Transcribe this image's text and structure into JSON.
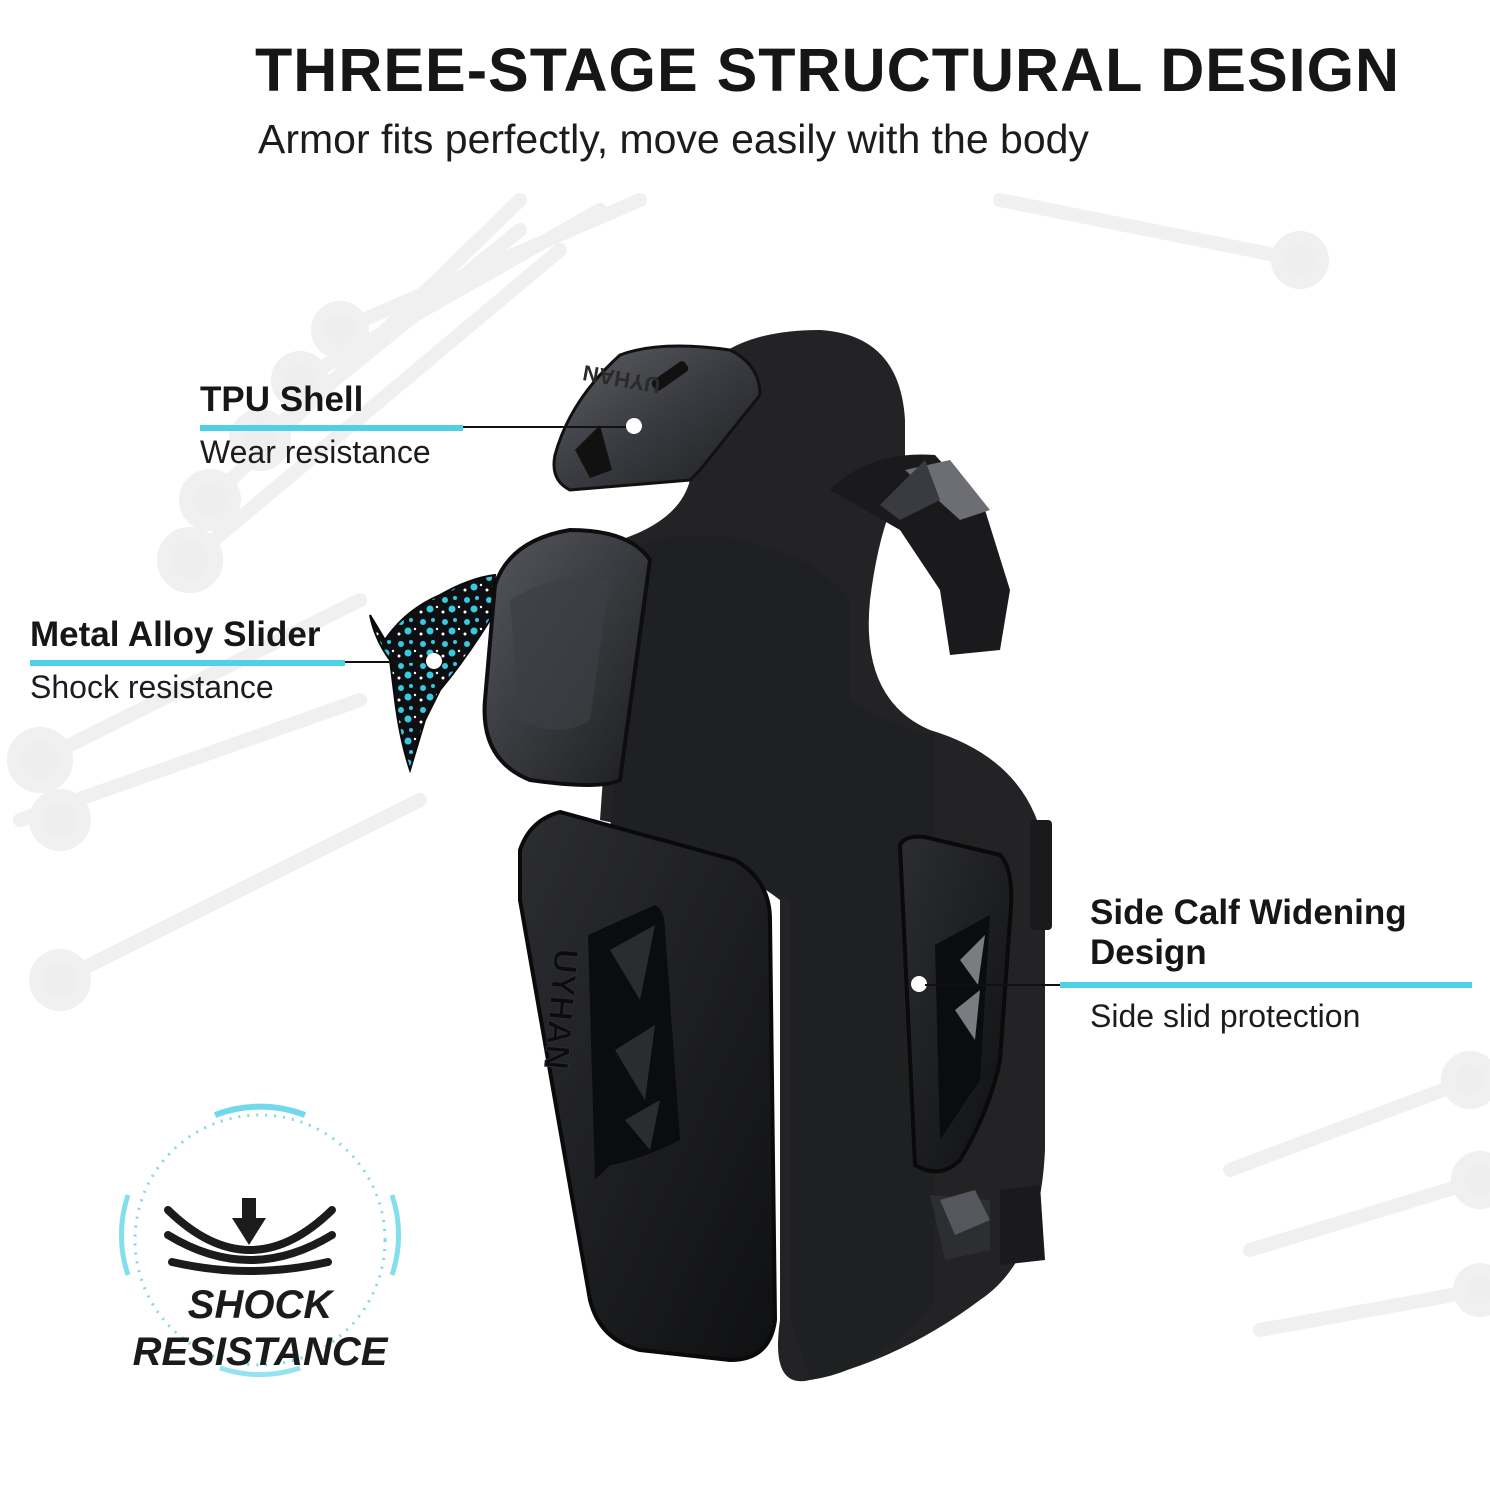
{
  "header": {
    "title": "THREE-STAGE STRUCTURAL DESIGN",
    "subtitle": "Armor fits perfectly, move easily with the body"
  },
  "callouts": [
    {
      "id": "tpu-shell",
      "title": "TPU Shell",
      "description": "Wear resistance"
    },
    {
      "id": "metal-alloy-slider",
      "title": "Metal Alloy Slider",
      "description": "Shock resistance"
    },
    {
      "id": "side-calf",
      "title_line1": "Side Calf Widening",
      "title_line2": "Design",
      "description": "Side slid protection"
    }
  ],
  "badge": {
    "icon": "shock-absorb-icon",
    "line1": "SHOCK",
    "line2": "RESISTANCE"
  },
  "product": {
    "brand_mark": "UYHAN",
    "name": "knee-shin-guard"
  },
  "colors": {
    "accent": "#4fd0e6",
    "text": "#161616",
    "armor": "#1c1d20",
    "fabric": "#232325",
    "background": "#ffffff"
  }
}
